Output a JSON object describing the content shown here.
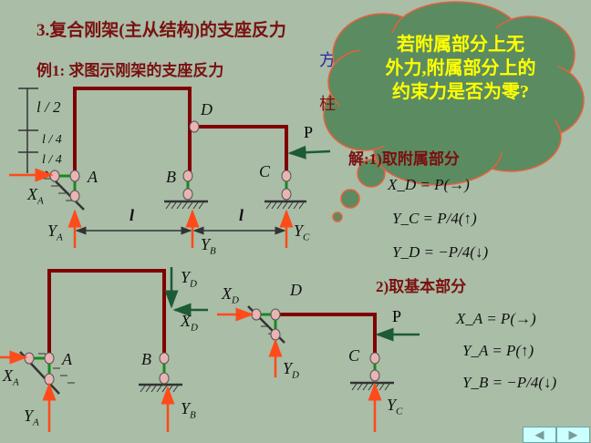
{
  "title": "3.复合刚架(主从结构)的支座反力",
  "example": "例1: 求图示刚架的支座反力",
  "hidden_fragments": {
    "a": "方",
    "b": "柱",
    "c": "解:1)取附属部分"
  },
  "cloud": {
    "lines": [
      "若附属部分上无",
      "外力,附属部分上的",
      "约束力是否为零?"
    ]
  },
  "top_diagram": {
    "dims": [
      "l / 2",
      "l / 4",
      "l / 4"
    ],
    "span": [
      "l",
      "l"
    ],
    "labels": {
      "A": "A",
      "B": "B",
      "C": "C",
      "D": "D",
      "P": "P",
      "XA": "X",
      "XA_sub": "A",
      "YA": "Y",
      "YA_sub": "A",
      "YB": "Y",
      "YB_sub": "B",
      "YC": "Y",
      "YC_sub": "C"
    }
  },
  "bottom_diagram": {
    "labels": {
      "A": "A",
      "B": "B",
      "C": "C",
      "D": "D",
      "P": "P",
      "XA": "X",
      "XA_sub": "A",
      "YA": "Y",
      "YA_sub": "A",
      "YB": "Y",
      "YB_sub": "B",
      "YC": "Y",
      "YC_sub": "C",
      "YD1": "Y",
      "YD1_sub": "D",
      "XD1": "X",
      "XD1_sub": "D",
      "XD2": "X",
      "XD2_sub": "D",
      "YD2": "Y",
      "YD2_sub": "D"
    }
  },
  "results_step1": [
    "X_D = P(→)",
    "Y_C = P/4(↑)",
    "Y_D = −P/4(↓)"
  ],
  "step2_heading": "2)取基本部分",
  "results_step2": [
    "X_A = P(→)",
    "Y_A = P(↑)",
    "Y_B = −P/4(↓)"
  ],
  "nav": {
    "prev": "◀",
    "next": "▶"
  },
  "colors": {
    "frame": "#800000",
    "link": "#1a8a1a",
    "reaction": "#ff4a1a",
    "load": "#1d5a36",
    "cloud": "#5b8b61",
    "cloud_text": "#ffff00"
  }
}
